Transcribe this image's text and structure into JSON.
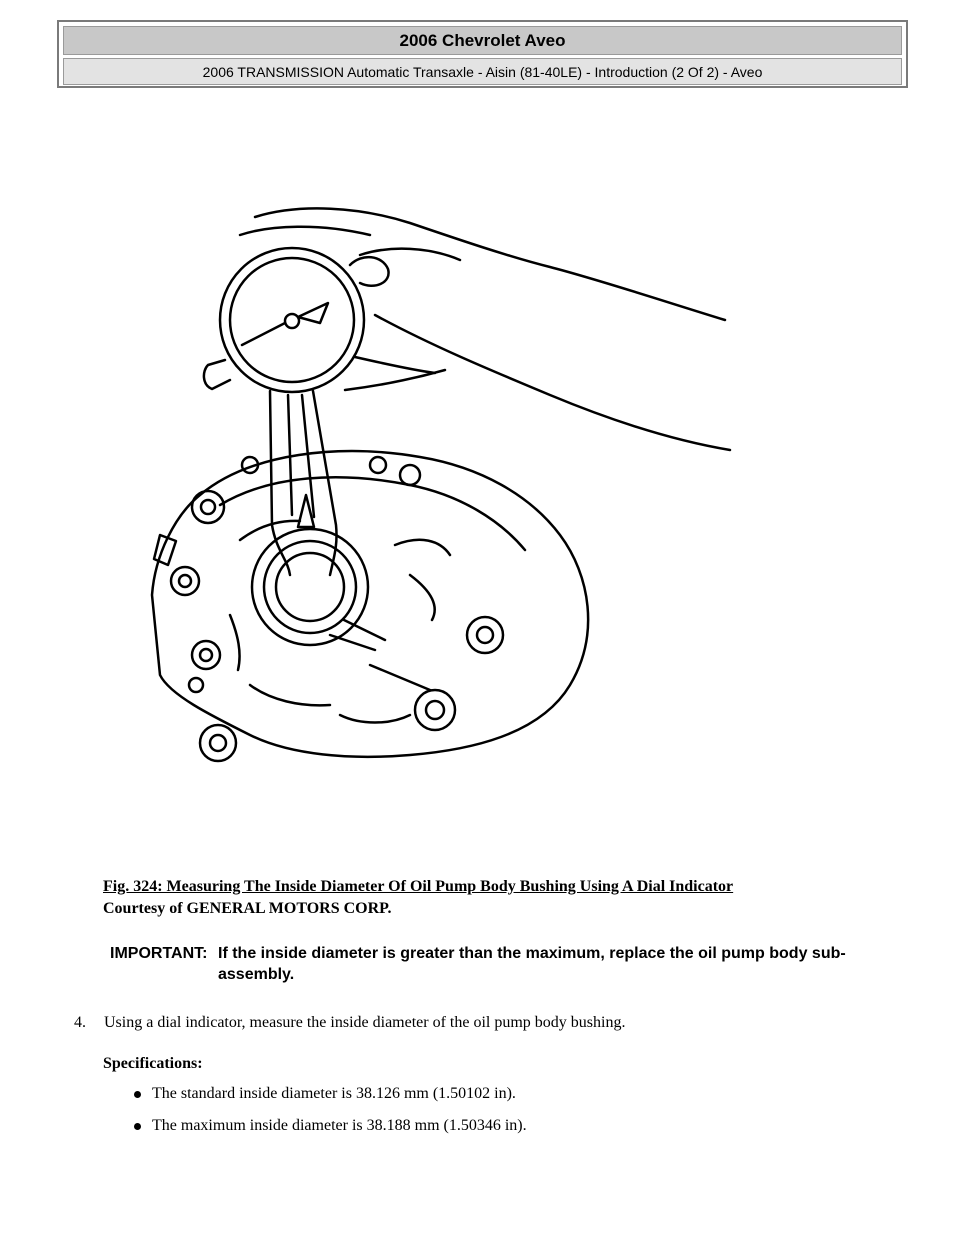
{
  "header": {
    "title": "2006 Chevrolet Aveo",
    "subtitle": "2006 TRANSMISSION Automatic Transaxle - Aisin (81-40LE) - Introduction (2 Of 2) - Aveo"
  },
  "figure": {
    "caption": "Fig. 324: Measuring The Inside Diameter Of Oil Pump Body Bushing Using A Dial Indicator",
    "courtesy": "Courtesy of GENERAL MOTORS CORP."
  },
  "important": {
    "label": "IMPORTANT:",
    "text": "If the inside diameter is greater than the maximum, replace the oil pump body sub-assembly."
  },
  "step": {
    "number": "4.",
    "text": "Using a dial indicator, measure the inside diameter of the oil pump body bushing."
  },
  "specifications": {
    "heading": "Specifications:",
    "items": [
      "The standard inside diameter is 38.126 mm (1.50102 in).",
      "The maximum inside diameter is 38.188 mm (1.50346 in)."
    ]
  }
}
